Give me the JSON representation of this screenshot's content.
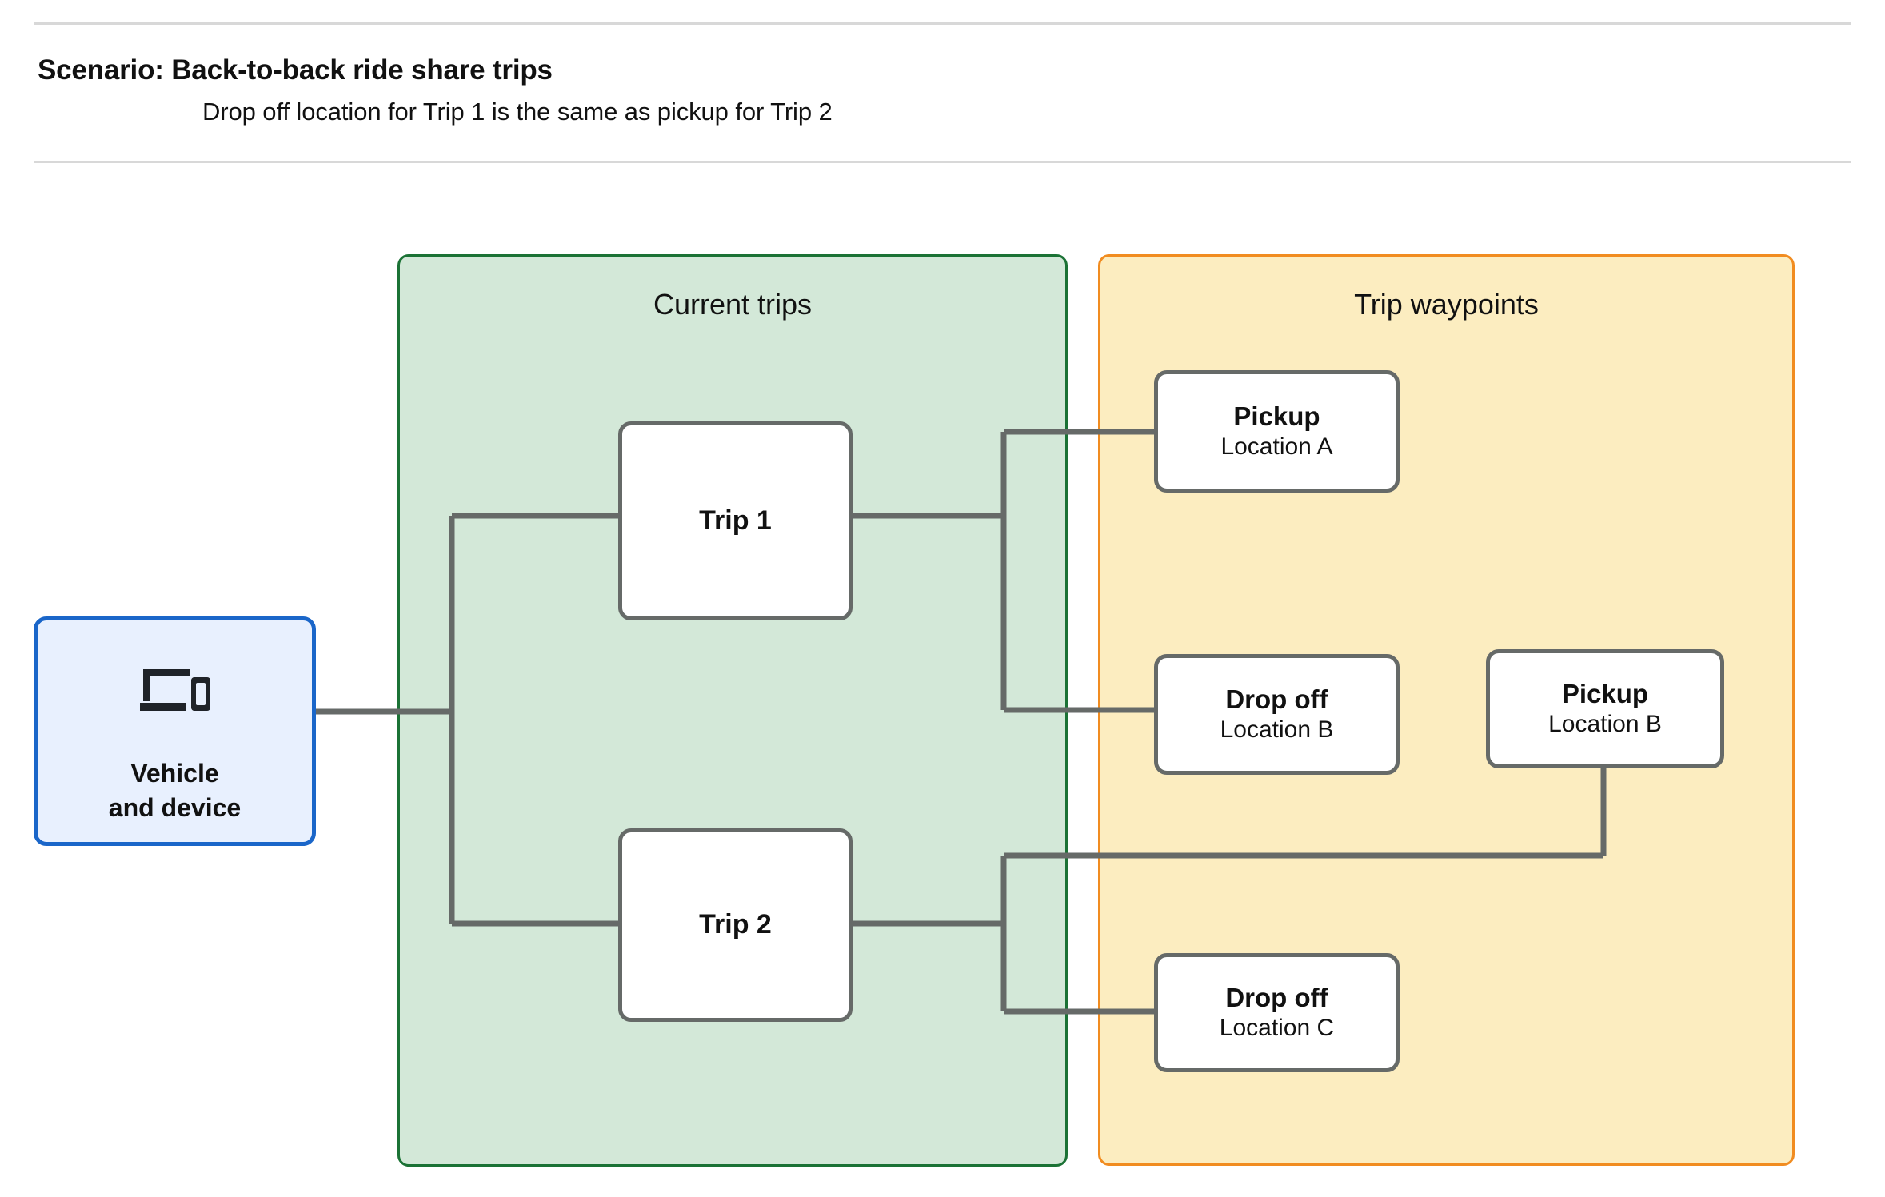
{
  "header": {
    "title": "Scenario: Back-to-back ride share trips",
    "subtitle": "Drop off  location for Trip 1 is the same as pickup for Trip 2"
  },
  "groups": {
    "current_trips": {
      "title": "Current trips"
    },
    "trip_waypoints": {
      "title": "Trip waypoints"
    }
  },
  "vehicle": {
    "label": "Vehicle\nand device",
    "icon": "laptop-and-phone-icon"
  },
  "trips": [
    {
      "label": "Trip 1"
    },
    {
      "label": "Trip 2"
    }
  ],
  "waypoints": [
    {
      "type": "Pickup",
      "location": "Location A"
    },
    {
      "type": "Drop off",
      "location": "Location B"
    },
    {
      "type": "Pickup",
      "location": "Location B"
    },
    {
      "type": "Drop off",
      "location": "Location C"
    }
  ],
  "colors": {
    "current_trips_fill": "#d3e8d8",
    "current_trips_border": "#1b7235",
    "trip_waypoints_fill": "#fcedc0",
    "trip_waypoints_border": "#f18c20",
    "vehicle_fill": "#e8f0fe",
    "vehicle_border": "#1a66c9",
    "node_border": "#666a68",
    "connector": "#666a68",
    "rule": "#d8d8d8",
    "text": "#111111"
  }
}
